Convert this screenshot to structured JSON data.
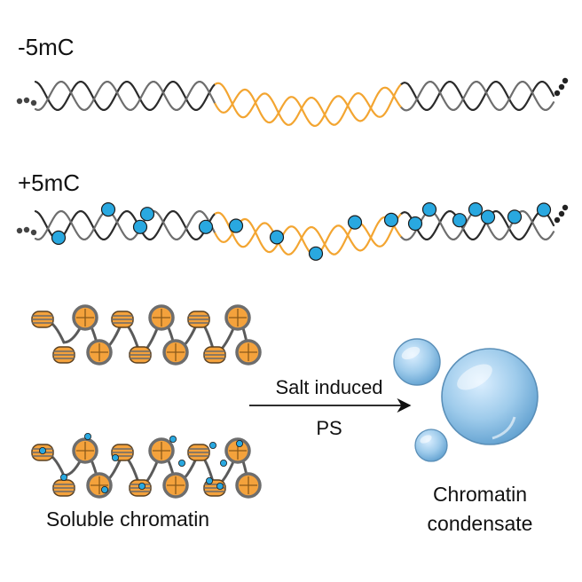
{
  "labels": {
    "unmethylated": "-5mC",
    "methylated": "+5mC",
    "arrow_top": "Salt induced",
    "arrow_bottom": "PS",
    "soluble": "Soluble chromatin",
    "condensate_line1": "Chromatin",
    "condensate_line2": "condensate"
  },
  "colors": {
    "dna_strand": "#2b2b2b",
    "dna_strand_light": "#6e6e6e",
    "dna_highlight": "#f3a531",
    "methyl_mark": "#29a8e0",
    "nucleosome_core": "#f4a23c",
    "nucleosome_ring": "#6d6d6d",
    "droplet": "#8fc1e6"
  },
  "icons": {
    "methyl": "methyl-circle-icon",
    "nucleosome": "nucleosome-icon",
    "droplet": "droplet-icon",
    "arrow": "arrow-right-icon"
  }
}
